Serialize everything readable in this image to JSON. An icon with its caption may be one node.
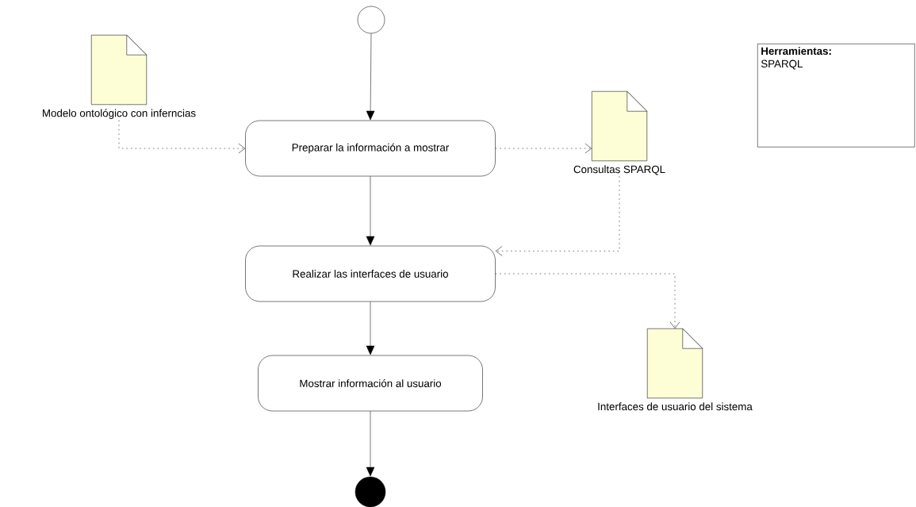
{
  "diagram": {
    "nodes": [
      {
        "text": [],
        "shape": "circle"
      },
      {
        "text": [
          "Modelo ontológico con inferncias"
        ]
      },
      {
        "text": [
          "Preparar la información a mostrar"
        ]
      },
      {
        "text": [
          "Consultas SPARQL"
        ]
      },
      {
        "text": [
          "Realizar las interfaces de usuario"
        ]
      },
      {
        "text": [
          "Interfaces de usuario del sistema"
        ]
      },
      {
        "text": [
          "Mostrar información al usuario"
        ]
      },
      {
        "text": [],
        "shape": "circle"
      },
      {
        "text": [
          "Herramientas:",
          "SPARQL"
        ]
      }
    ],
    "edges": [
      {
        "from": 0,
        "to": 2,
        "arrow": "to"
      },
      {
        "from": 1,
        "to": 2,
        "arrow": "to",
        "style": "dashed"
      },
      {
        "from": 2,
        "to": 3,
        "arrow": "to",
        "style": "dashed"
      },
      {
        "from": 3,
        "to": 4,
        "arrow": "to",
        "style": "dashed"
      },
      {
        "from": 4,
        "to": 5,
        "arrow": "to",
        "style": "dashed"
      },
      {
        "from": 2,
        "to": 4,
        "arrow": "to"
      },
      {
        "from": 4,
        "to": 6,
        "arrow": "to"
      },
      {
        "from": 6,
        "to": 7,
        "arrow": "to"
      }
    ]
  }
}
